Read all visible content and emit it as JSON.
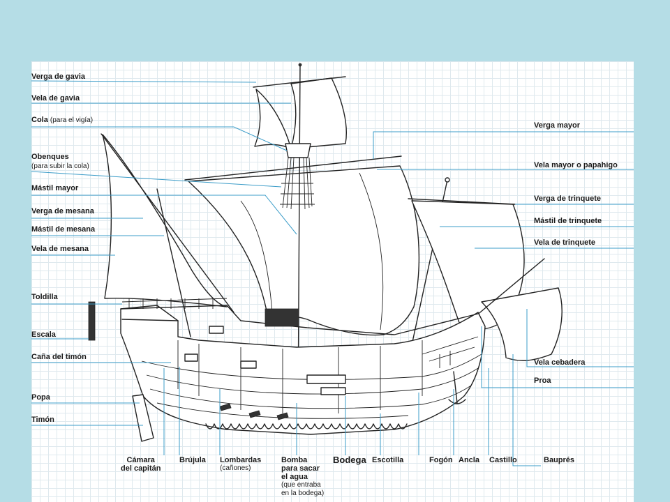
{
  "labels": {
    "verga_gavia": "Verga de gavia",
    "vela_gavia": "Vela de gavia",
    "cola": "Cola",
    "cola_note": "(para el vigía)",
    "obenques": "Obenques",
    "obenques_note": "(para subir la cola)",
    "mastil_mayor": "Mástil mayor",
    "verga_mesana": "Verga de mesana",
    "mastil_mesana": "Mástil de mesana",
    "vela_mesana": "Vela de mesana",
    "toldilla": "Toldilla",
    "escala": "Escala",
    "cana_timon": "Caña del timón",
    "popa": "Popa",
    "timon": "Timón",
    "verga_mayor": "Verga mayor",
    "vela_mayor": "Vela mayor o papahigo",
    "verga_trinquete": "Verga de trinquete",
    "mastil_trinquete": "Mástil de trinquete",
    "vela_trinquete": "Vela de trinquete",
    "vela_cebadera": "Vela cebadera",
    "proa": "Proa",
    "camara_1": "Cámara",
    "camara_2": "del capitán",
    "brujula": "Brújula",
    "lombardas": "Lombardas",
    "lombardas_note": "(cañones)",
    "bomba_1": "Bomba",
    "bomba_2": "para sacar",
    "bomba_3": "el agua",
    "bomba_note_1": "(que entraba",
    "bomba_note_2": "en la bodega)",
    "bodega": "Bodega",
    "escotilla": "Escotilla",
    "fogon": "Fogón",
    "ancla": "Ancla",
    "castillo": "Castillo",
    "baupres": "Bauprés"
  },
  "colors": {
    "background": "#b5dde6",
    "leader": "#3b9cc8",
    "ink": "#222222"
  }
}
